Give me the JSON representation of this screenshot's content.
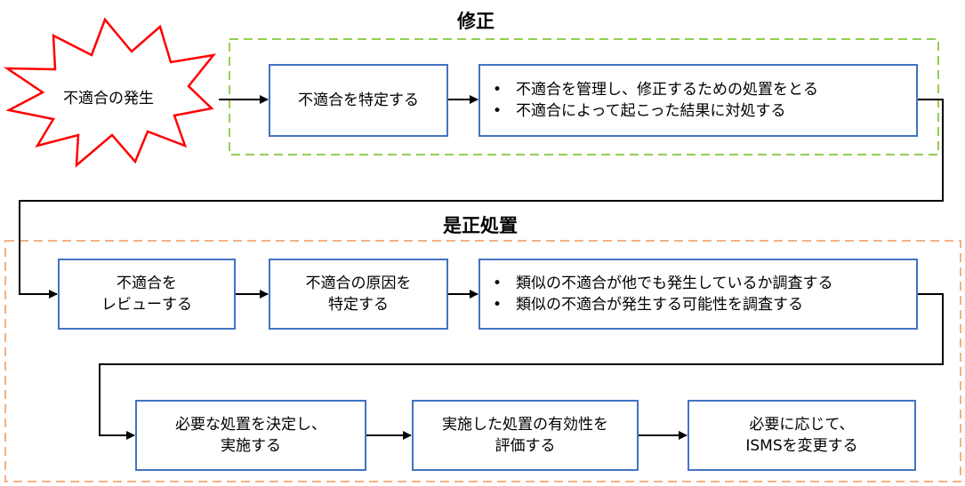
{
  "sections": {
    "correction_title": "修正",
    "corrective_title": "是正処置"
  },
  "start": {
    "label": "不適合の発生",
    "color": "#ff0000"
  },
  "row1": {
    "identify": "不適合を特定する",
    "actions": [
      "不適合を管理し、修正するための処置をとる",
      "不適合によって起こった結果に対処する"
    ]
  },
  "row2": {
    "review": [
      "不適合を",
      "レビューする"
    ],
    "cause": [
      "不適合の原因を",
      "特定する"
    ],
    "investigate": [
      "類似の不適合が他でも発生しているか調査する",
      "類似の不適合が発生する可能性を調査する"
    ]
  },
  "row3": {
    "decide": [
      "必要な処置を決定し、",
      "実施する"
    ],
    "evaluate": [
      "実施した処置の有効性を",
      "評価する"
    ],
    "change": [
      "必要に応じて、",
      "ISMSを変更する"
    ]
  },
  "colors": {
    "box_border": "#4472C4",
    "correction_frame": "#92D050",
    "corrective_frame": "#F4B183"
  }
}
